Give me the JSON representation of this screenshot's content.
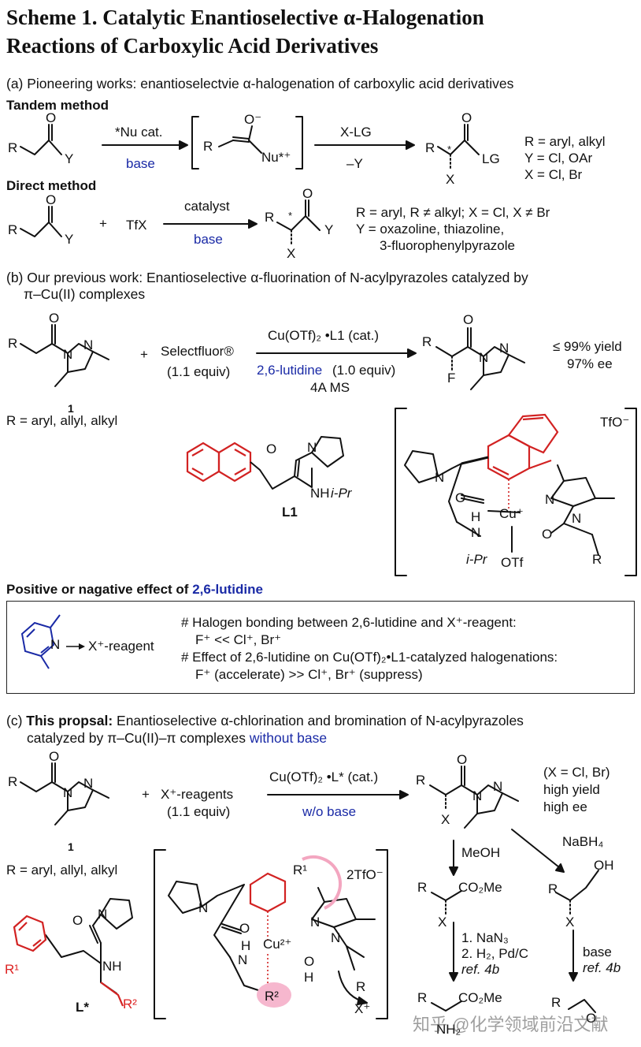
{
  "title": {
    "line1": "Scheme 1. Catalytic Enantioselective α-Halogenation",
    "line2": "Reactions of Carboxylic Acid Derivatives"
  },
  "sec_a": {
    "heading": "(a) Pioneering works: enantioselectvie α-halogenation of carboxylic acid derivatives",
    "tandem": "Tandem method",
    "direct": "Direct method",
    "tandem_reagent_top": "*Nu cat.",
    "tandem_reagent_bottom": "base",
    "tandem_step2_top": "X-LG",
    "tandem_step2_bottom": "–Y",
    "tandem_notes": [
      "R = aryl, alkyl",
      "Y = Cl, OAr",
      "X = Cl, Br"
    ],
    "direct_reagent": "TfX",
    "direct_top": "catalyst",
    "direct_bottom": "base",
    "direct_notes": [
      "R = aryl, R ≠ alkyl; X = Cl, X ≠ Br",
      "Y = oxazoline, thiazoline,",
      "3-fluorophenylpyrazole"
    ],
    "labels": {
      "R": "R",
      "Y": "Y",
      "O": "O",
      "O_minus": "O⁻",
      "Nu": "Nu*⁺",
      "LG": "LG",
      "X": "X",
      "plus": "+",
      "star": "*"
    }
  },
  "sec_b": {
    "heading1": "(b) Our previous work: Enantioselective α-fluorination of N-acylpyrazoles catalyzed by",
    "heading2": "π–Cu(II) complexes",
    "reagent": "Selectfluor®",
    "reagent_equiv": "(1.1 equiv)",
    "cond_top": "Cu(OTf)₂ •L1 (cat.)",
    "cond_lutidine": "2,6-lutidine",
    "cond_lutidine_equiv": "(1.0 equiv)",
    "cond_ms": "4A MS",
    "yield": "≤ 99% yield",
    "ee": "97% ee",
    "cmpd_num": "1",
    "r_def": "R = aryl, allyl, alkyl",
    "ligand": "L1",
    "ligand_amine": "NH",
    "ligand_ipr": "i-Pr",
    "tfo": "TfO⁻",
    "cu": "Cu⁺",
    "otf": "OTf",
    "ipr": "i-Pr",
    "N": "N",
    "H": "H",
    "O": "O",
    "F": "F",
    "R": "R"
  },
  "effect": {
    "heading_black": "Positive or nagative effect of ",
    "heading_blue": "2,6-lutidine",
    "reagent": "X⁺-reagent",
    "line1": "# Halogen bonding between 2,6-lutidine and X⁺-reagent:",
    "line2": "F⁺ << Cl⁺, Br⁺",
    "line3": "# Effect of 2,6-lutidine on Cu(OTf)₂•L1-catalyzed halogenations:",
    "line4": "F⁺ (accelerate) >> Cl⁺, Br⁺ (suppress)"
  },
  "sec_c": {
    "heading_prefix": "(c) ",
    "heading_bold": "This propsal:",
    "heading_rest": " Enantioselective α-chlorination and bromination of N-acylpyrazoles",
    "heading2_black": "catalyzed by π–Cu(II)–π complexes ",
    "heading2_blue": "without base",
    "reagent": "X⁺-reagents",
    "reagent_equiv": "(1.1 equiv)",
    "cond_top": "Cu(OTf)₂ •L* (cat.)",
    "cond_bottom": "w/o base",
    "notes": [
      "(X = Cl, Br)",
      "high yield",
      "high ee"
    ],
    "cmpd_num": "1",
    "r_def": "R = aryl, allyl, alkyl",
    "ligand": "L*",
    "r1": "R¹",
    "r2": "R²",
    "tfo": "2TfO⁻",
    "cu": "Cu²⁺",
    "xplus": "X⁺",
    "meoh": "MeOH",
    "nabh4": "NaBH₄",
    "co2me": "CO₂Me",
    "oh": "OH",
    "step_a1": "1. NaN₃",
    "step_a2": "2. H₂, Pd/C",
    "ref1": "ref. 4b",
    "base": "base",
    "ref2": "ref. 4b",
    "nh2": "NH₂",
    "X": "X",
    "R": "R",
    "N": "N",
    "H": "H",
    "O": "O",
    "NH": "NH"
  },
  "watermark": "知乎 @化学领域前沿文献",
  "colors": {
    "accent_blue": "#1a2aa6",
    "accent_red": "#d22222",
    "pink": "#f3a6c0"
  }
}
